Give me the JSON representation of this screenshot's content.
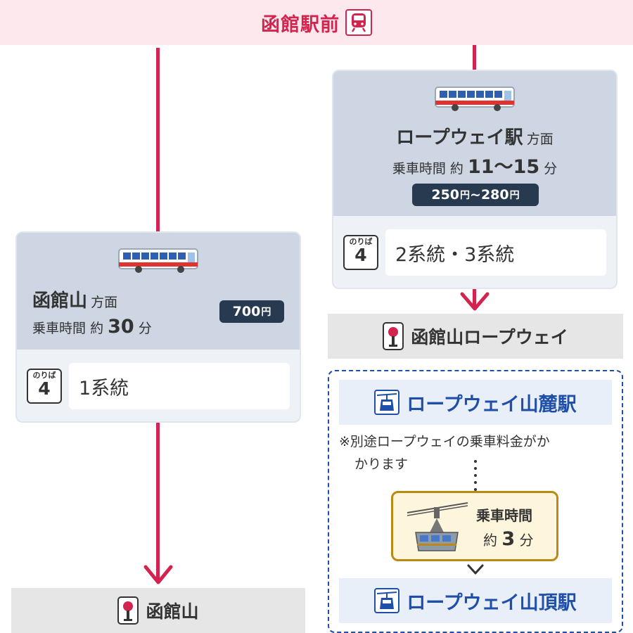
{
  "header": {
    "title": "函館駅前",
    "icon": "train-icon",
    "color": "#d3244f"
  },
  "left_route": {
    "destination": "函館山",
    "direction_suffix": "方面",
    "ride_label": "乗車時間",
    "approx": "約",
    "minutes": "30",
    "unit": "分",
    "fare_amount": "700",
    "fare_unit": "円",
    "platform_label": "のりば",
    "platform_number": "4",
    "route_name": "1系統"
  },
  "right_route": {
    "destination": "ロープウェイ駅",
    "direction_suffix": "方面",
    "ride_label": "乗車時間",
    "approx": "約",
    "minutes": "11〜15",
    "unit": "分",
    "fare_from": "250",
    "fare_to": "280",
    "fare_unit": "円",
    "fare_sep": "~",
    "platform_label": "のりば",
    "platform_number": "4",
    "route_name": "2系統・3系統"
  },
  "stops": {
    "left_stop": "函館山",
    "right_stop": "函館山ロープウェイ"
  },
  "ropeway": {
    "lower_station": "ロープウェイ山麓駅",
    "note_line1": "※別途ロープウェイの乗車料金がか",
    "note_line2": "かります",
    "ride_label": "乗車時間",
    "approx": "約",
    "minutes": "3",
    "unit": "分",
    "upper_station": "ロープウェイ山頂駅",
    "accent_color": "#1f4fa8"
  }
}
